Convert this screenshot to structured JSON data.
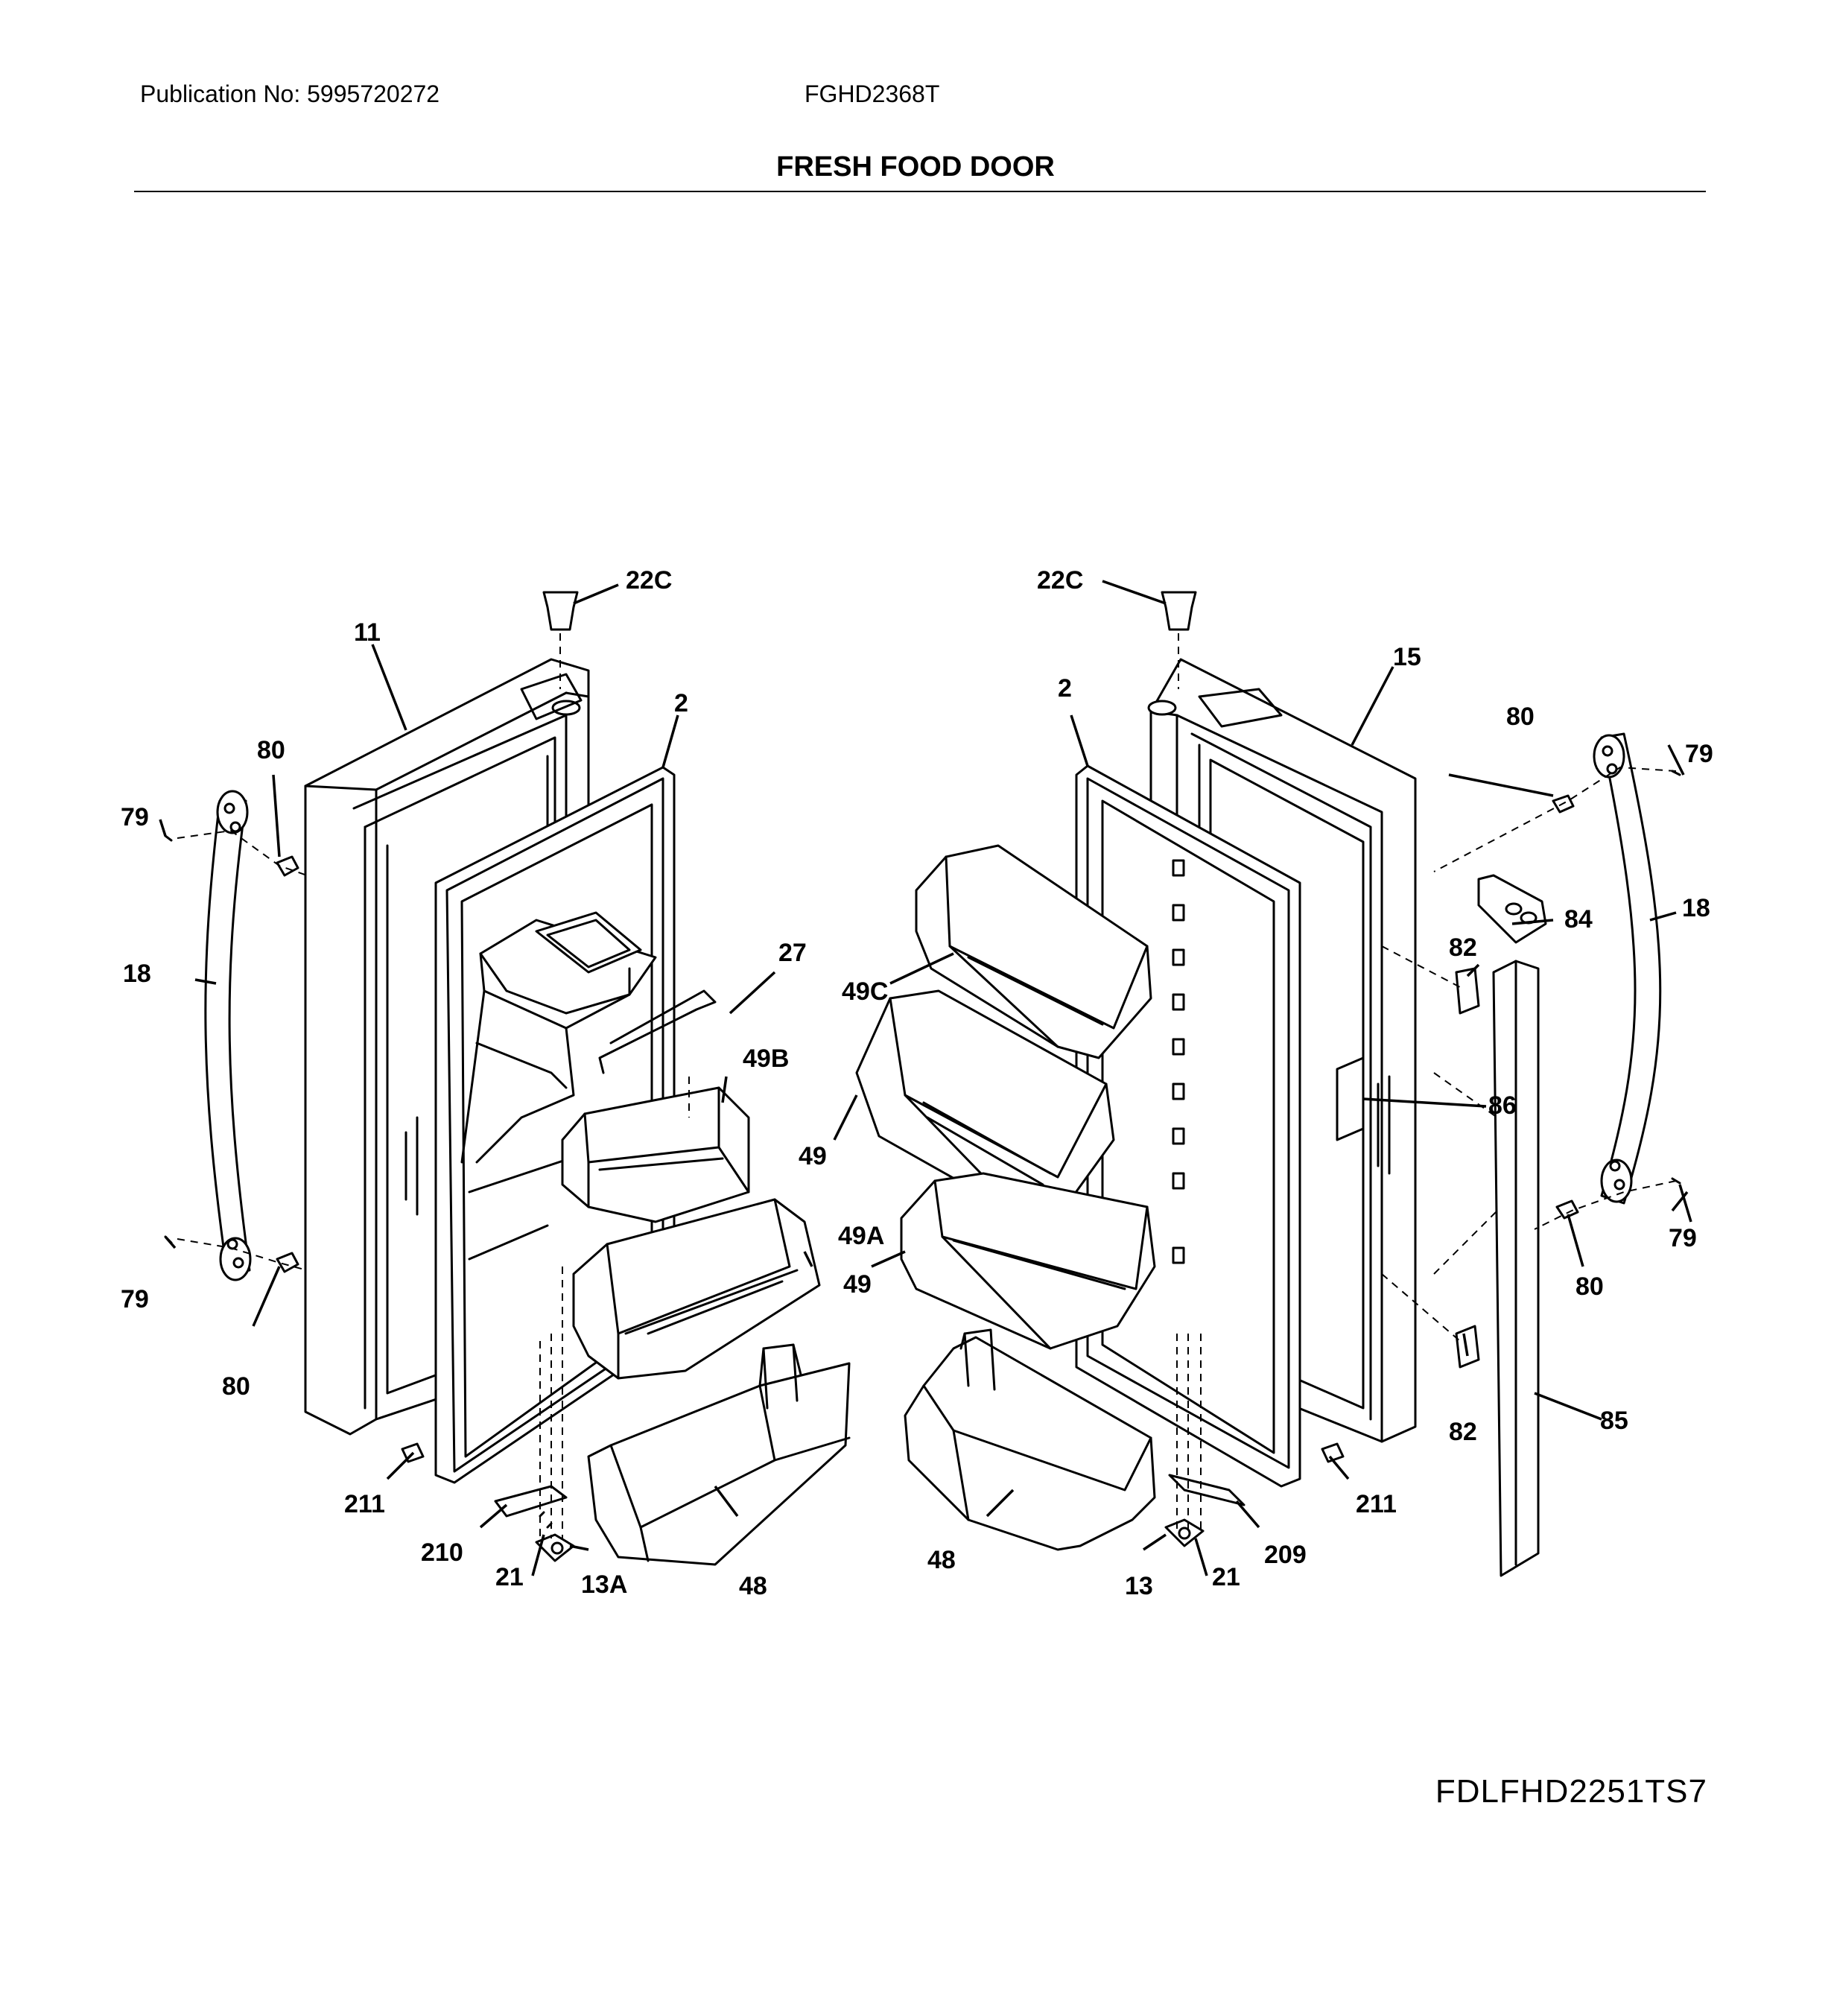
{
  "header": {
    "publication": "Publication No: 5995720272",
    "model": "FGHD2368T",
    "title": "FRESH FOOD DOOR"
  },
  "footer": {
    "figure_code": "FDLFHD2251TS7"
  },
  "callouts": {
    "c22c_l": "22C",
    "c22c_r": "22C",
    "c11": "11",
    "c15": "15",
    "c2_l": "2",
    "c2_r": "2",
    "c80_tl": "80",
    "c80_tr": "80",
    "c80_bl": "80",
    "c80_br": "80",
    "c79_tl": "79",
    "c79_tr": "79",
    "c79_bl": "79",
    "c79_br": "79",
    "c18_l": "18",
    "c18_r": "18",
    "c27": "27",
    "c49b": "49B",
    "c49a": "49A",
    "c49c": "49C",
    "c49_1": "49",
    "c49_2": "49",
    "c48_l": "48",
    "c48_r": "48",
    "c84": "84",
    "c82_t": "82",
    "c82_b": "82",
    "c86": "86",
    "c85": "85",
    "c211_l": "211",
    "c211_r": "211",
    "c210": "210",
    "c209": "209",
    "c21_l": "21",
    "c21_r": "21",
    "c13a": "13A",
    "c13": "13"
  }
}
